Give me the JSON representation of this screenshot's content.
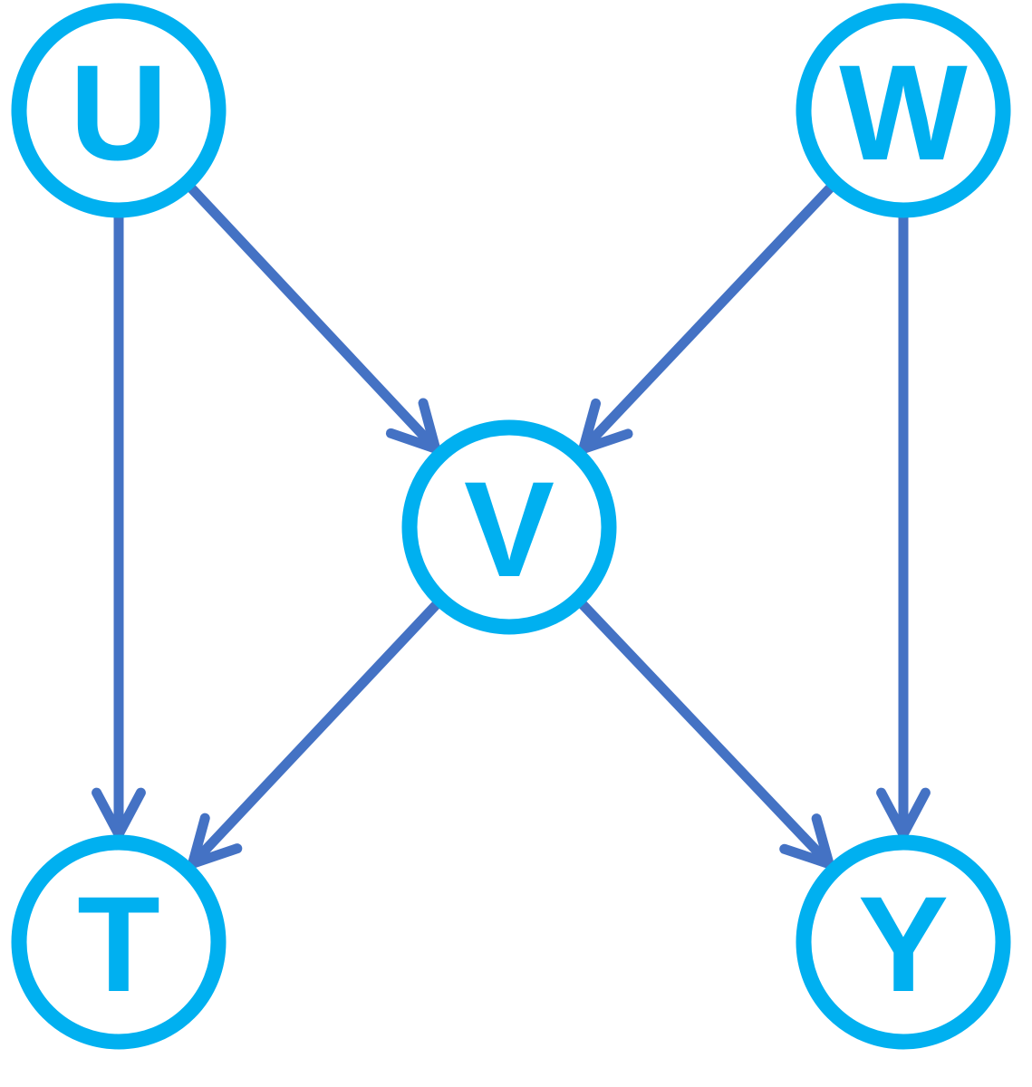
{
  "colors": {
    "node": "#00b0f0",
    "edge": "#4472c4",
    "background": "#ffffff"
  },
  "nodes": [
    {
      "id": "U",
      "label": "U"
    },
    {
      "id": "W",
      "label": "W"
    },
    {
      "id": "V",
      "label": "V"
    },
    {
      "id": "T",
      "label": "T"
    },
    {
      "id": "Y",
      "label": "Y"
    }
  ],
  "edges": [
    {
      "from": "U",
      "to": "T"
    },
    {
      "from": "U",
      "to": "V"
    },
    {
      "from": "W",
      "to": "V"
    },
    {
      "from": "W",
      "to": "Y"
    },
    {
      "from": "V",
      "to": "T"
    },
    {
      "from": "V",
      "to": "Y"
    }
  ]
}
